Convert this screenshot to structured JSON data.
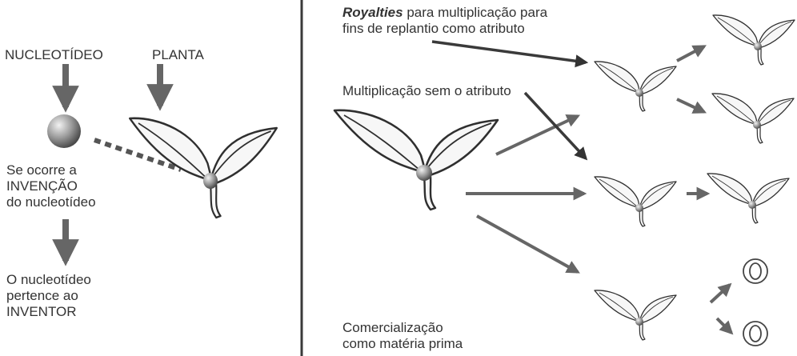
{
  "left": {
    "nucleotide_label": "NUCLEOTÍDEO",
    "plant_label": "PLANTA",
    "invention_lines": [
      "Se ocorre a",
      "INVENÇÃO",
      "do nucleotídeo"
    ],
    "owner_lines": [
      "O nucleotídeo",
      "pertence ao",
      "INVENTOR"
    ]
  },
  "right": {
    "royalties_word": "Royalties",
    "royalties_rest_line1": " para multiplicação para",
    "royalties_line2": "fins de replantio como atributo",
    "no_attribute": "Multiplicação sem o atributo",
    "commerce_lines": [
      "Comercialização",
      "como matéria prima"
    ]
  },
  "colors": {
    "text": "#333333",
    "stroke": "#2f2f2f",
    "arrow": "#666666",
    "arrow_dark": "#3a3a3a",
    "leaf_fill": "#f7f7f7",
    "divider": "#3a3a3a"
  },
  "icons": {
    "leaf": "plant-icon",
    "seed": "nucleotide-sphere-icon",
    "grain": "grain-icon"
  }
}
